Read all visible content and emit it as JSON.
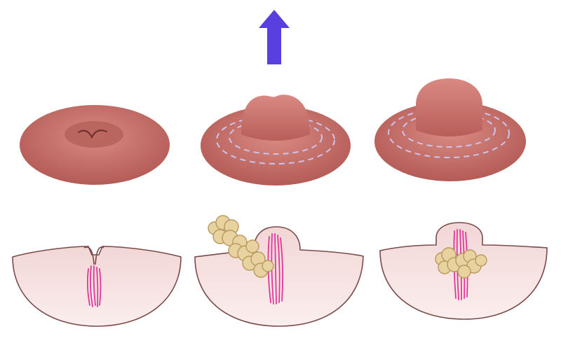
{
  "diagram": {
    "colors": {
      "background": "#ffffff",
      "arrow": "#5a3fe0",
      "skin_surface": "#c8716b",
      "skin_surface_dark": "#a9534f",
      "skin_highlight": "#d98a82",
      "areola_center": "#b5615b",
      "fold_line": "#6e2f2c",
      "dashed_fold": "#c9c4f0",
      "tissue_fill": "#f7e3e3",
      "tissue_outline": "#7a4a4a",
      "fibrous_bands": "#e0379a",
      "fatty_tissue": "#e8d2a0",
      "fatty_tissue_outline": "#b89a5e"
    },
    "icon": "up-arrow-icon",
    "panels": [
      {
        "stage": 1,
        "view": "surface",
        "state": "inverted"
      },
      {
        "stage": 2,
        "view": "surface",
        "state": "partially-everted"
      },
      {
        "stage": 3,
        "view": "surface",
        "state": "everted"
      },
      {
        "stage": 1,
        "view": "cross-section",
        "state": "inverted-tethered"
      },
      {
        "stage": 2,
        "view": "cross-section",
        "state": "fat-graft-placed"
      },
      {
        "stage": 3,
        "view": "cross-section",
        "state": "fat-graft-supporting"
      }
    ]
  }
}
